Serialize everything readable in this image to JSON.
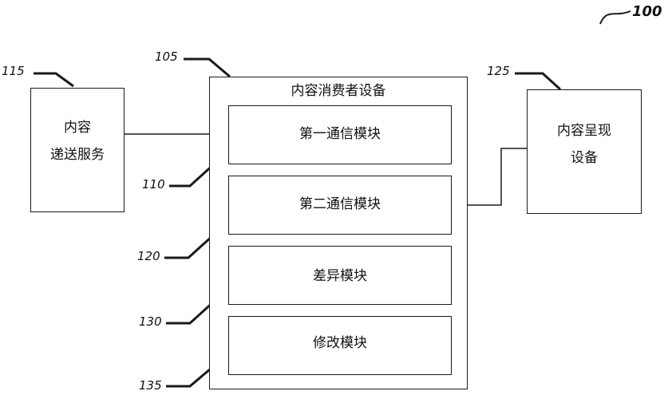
{
  "figure": {
    "number": "100"
  },
  "blocks": {
    "content_delivery_service": {
      "ref": "115",
      "line1": "内容",
      "line2": "递送服务"
    },
    "content_consumer_device": {
      "ref": "105",
      "title": "内容消费者设备"
    },
    "first_comm_module": {
      "ref": "110",
      "label": "第一通信模块"
    },
    "second_comm_module": {
      "ref": "120",
      "label": "第二通信模块"
    },
    "difference_module": {
      "ref": "130",
      "label": "差异模块"
    },
    "modification_module": {
      "ref": "135",
      "label": "修改模块"
    },
    "content_presentation_device": {
      "ref": "125",
      "line1": "内容呈现",
      "line2": "设备"
    }
  },
  "colors": {
    "stroke": "#1a1a1a",
    "background": "#ffffff"
  }
}
